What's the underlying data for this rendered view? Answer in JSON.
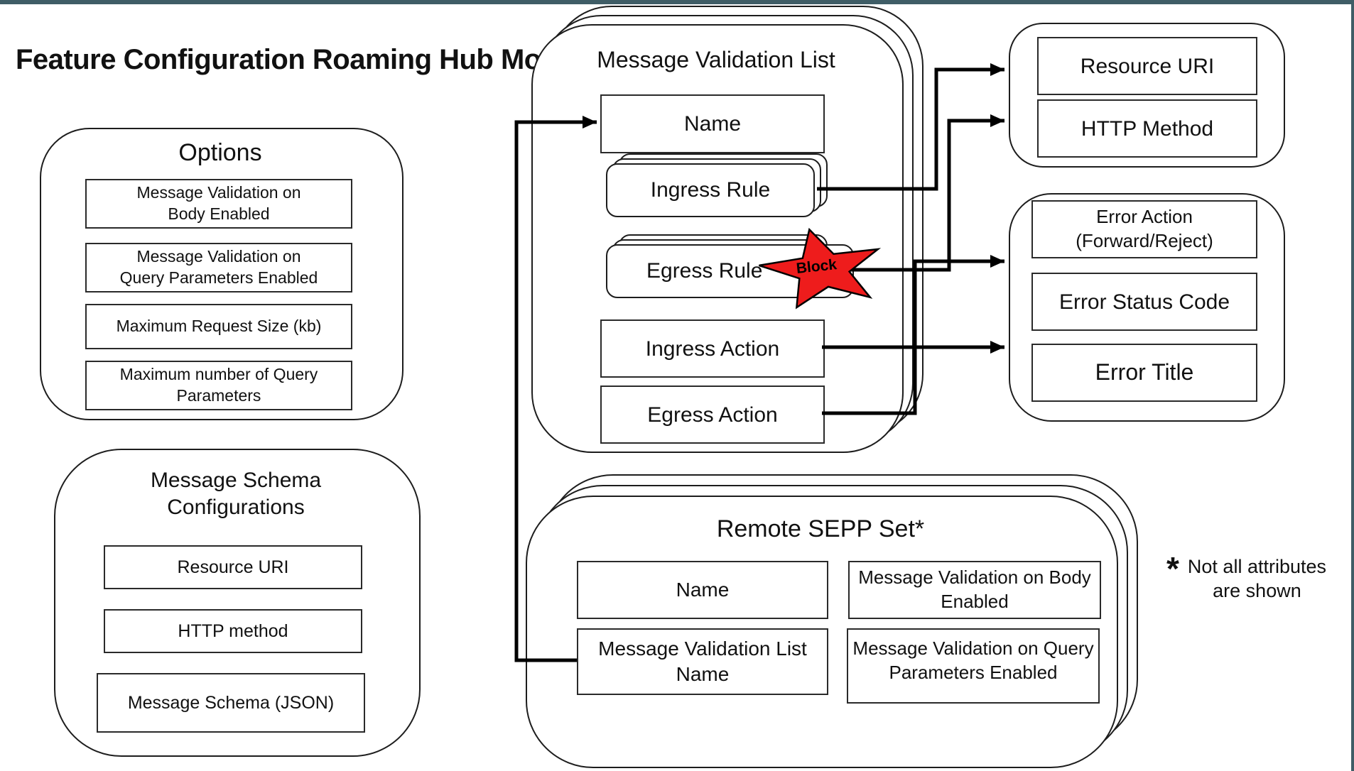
{
  "page": {
    "title": "Feature Configuration Roaming Hub Mode",
    "accent_border_color": "#3f5d66",
    "background_color": "#ffffff",
    "line_color": "#000000"
  },
  "options_panel": {
    "title": "Options",
    "items": [
      "Message Validation on\nBody Enabled",
      "Message Validation on\nQuery Parameters Enabled",
      "Maximum Request Size (kb)",
      "Maximum number of Query\nParameters"
    ]
  },
  "schema_panel": {
    "title": "Message Schema\nConfigurations",
    "items": [
      "Resource URI",
      "HTTP method",
      "Message Schema (JSON)"
    ]
  },
  "validation_list_panel": {
    "title": "Message Validation List",
    "name_label": "Name",
    "ingress_rule_label": "Ingress Rule",
    "egress_rule_label": "Egress Rule",
    "ingress_action_label": "Ingress Action",
    "egress_action_label": "Egress Action",
    "block_label": "Block",
    "block_color": "#ee1c1c"
  },
  "target_panel": {
    "items": [
      "Resource URI",
      "HTTP Method"
    ]
  },
  "error_panel": {
    "items": [
      "Error Action\n(Forward/Reject)",
      "Error Status Code",
      "Error Title"
    ]
  },
  "remote_sepp_panel": {
    "title": "Remote SEPP Set*",
    "items": [
      "Name",
      "Message Validation on Body\nEnabled",
      "Message Validation List\nName",
      "Message Validation on Query\nParameters Enabled"
    ]
  },
  "footnote": {
    "marker": "*",
    "text": "Not all attributes\nare shown"
  }
}
